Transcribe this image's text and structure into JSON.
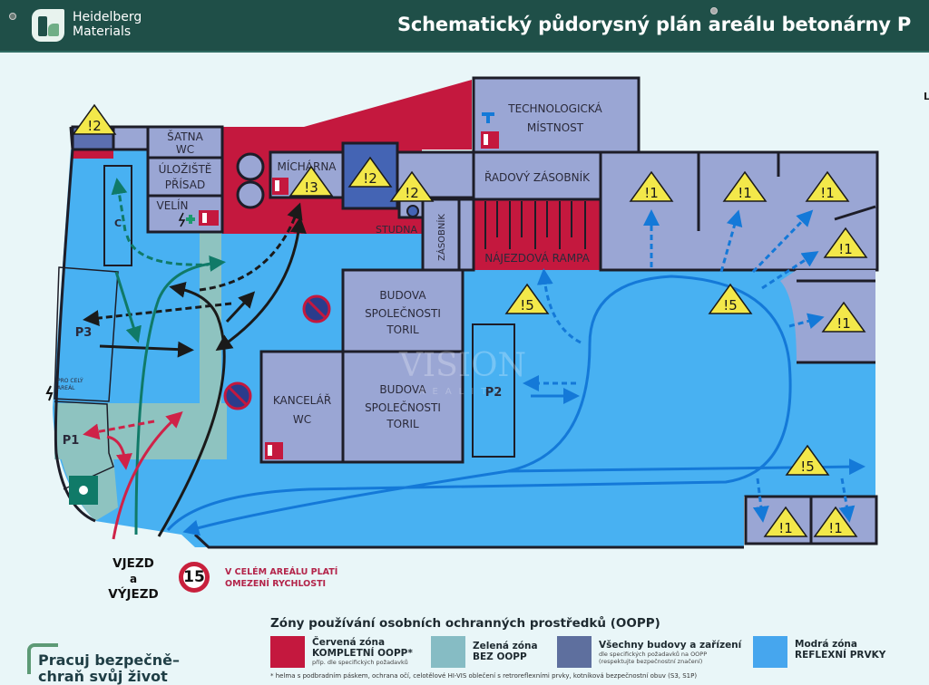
{
  "header": {
    "brand_line1": "Heidelberg",
    "brand_line2": "Materials",
    "title": "Schematický půdorysný plán areálu betonárny P"
  },
  "map": {
    "rooms": {
      "satna": [
        "ŠATNA",
        "WC"
      ],
      "ulozi": [
        "ÚLOŽIŠTĚ",
        "PŘÍSAD"
      ],
      "velin": "VELÍN",
      "michrna": "MÍCHÁRNA",
      "tech": [
        "TECHNOLOGICKÁ",
        "MÍSTNOST"
      ],
      "radovy": "ŘADOVÝ ZÁSOBNÍK",
      "rampa": "NÁJEZDOVÁ RAMPA",
      "studna": "STUDNA",
      "zasobnik": "ZÁSOBNÍK",
      "toril_top": [
        "BUDOVA",
        "SPOLEČNOSTI",
        "TORIL"
      ],
      "toril_bottom": [
        "BUDOVA",
        "SPOLEČNOSTI",
        "TORIL"
      ],
      "kancelar": [
        "KANCELÁŘ",
        "WC"
      ]
    },
    "parking": {
      "p1": "P1",
      "p2": "P2",
      "p3": "P3",
      "c": "C"
    },
    "power_note": [
      "PRO CELÝ",
      "AREÁL"
    ],
    "hazards": [
      {
        "id": "h1",
        "label": "!2"
      },
      {
        "id": "h2",
        "label": "!3"
      },
      {
        "id": "h3",
        "label": "!2"
      },
      {
        "id": "h4",
        "label": "!2"
      },
      {
        "id": "h5",
        "label": "!1"
      },
      {
        "id": "h6",
        "label": "!1"
      },
      {
        "id": "h7",
        "label": "!1"
      },
      {
        "id": "h8",
        "label": "!1"
      },
      {
        "id": "h9",
        "label": "!1"
      },
      {
        "id": "h10",
        "label": "!5"
      },
      {
        "id": "h11",
        "label": "!5"
      },
      {
        "id": "h12",
        "label": "!5"
      },
      {
        "id": "h13",
        "label": "!1"
      },
      {
        "id": "h14",
        "label": "!1"
      }
    ],
    "watermark": [
      "VISION",
      "REALITY"
    ]
  },
  "entry": {
    "line1": "VJEZD",
    "line2": "a",
    "line3": "VÝJEZD"
  },
  "speed": {
    "limit": "15",
    "text_line1": "V CELÉM AREÁLU PLATÍ",
    "text_line2": "OMEZENÍ RYCHLOSTI"
  },
  "legend": {
    "title": "Zóny používání osobních ochranných prostředků (OOPP)",
    "items": [
      {
        "color": "#c4183e",
        "line1": "Červená zóna",
        "line2": "KOMPLETNÍ OOPP*",
        "sub": "příp. dle specifických požadavků"
      },
      {
        "color": "#86bcc4",
        "line1": "Zelená zóna",
        "line2": "BEZ OOPP",
        "sub": ""
      },
      {
        "color": "#5e6f9e",
        "line1": "Všechny budovy a zařízení",
        "line2": "",
        "sub": "dle specifických požadavků na OOPP (respektujte bezpečnostní značení)"
      },
      {
        "color": "#46a6ee",
        "line1": "Modrá zóna",
        "line2": "REFLEXNÍ PRVKY",
        "sub": ""
      }
    ],
    "footnote": "* helma s podbradním páskem, ochrana očí, celotělové HI-VIS oblečení s retroreflexními prvky, kotníková bezpečnostní obuv (S3, S1P)"
  },
  "slogan": {
    "line1": "Pracuj bezpečně–",
    "line2": "chraň svůj život"
  },
  "colors": {
    "header": "#1f4f48",
    "red_zone": "#c4183e",
    "green_zone": "#8ec3c0",
    "building": "#9aa6d4",
    "blue_zone": "#48b1f2",
    "hazard": "#f3e84a",
    "arrow_blue": "#1479d8",
    "arrow_green": "#107a68",
    "arrow_red": "#cf2248"
  }
}
